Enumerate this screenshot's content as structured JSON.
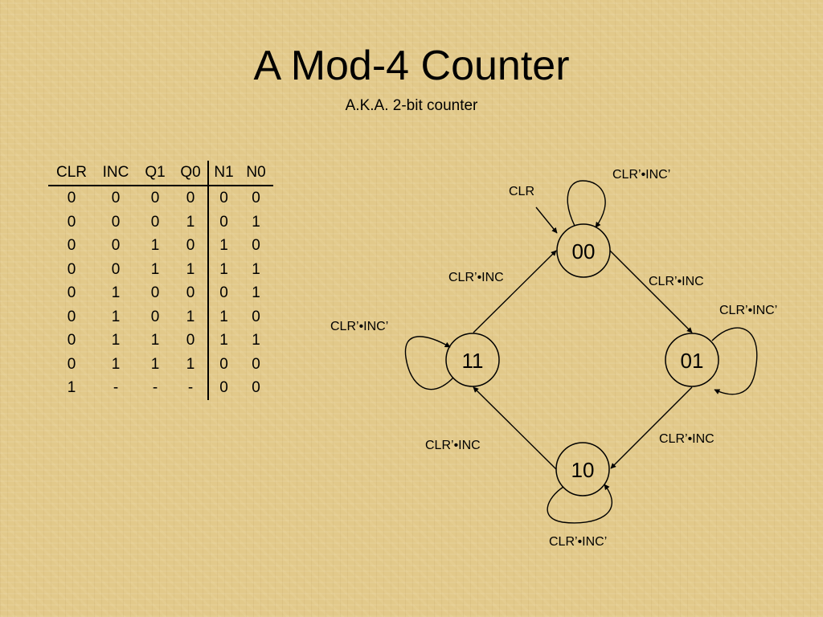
{
  "slide": {
    "title": "A Mod-4 Counter",
    "subtitle": "A.K.A. 2-bit counter"
  },
  "truth_table": {
    "headers": [
      "CLR",
      "INC",
      "Q1",
      "Q0",
      "N1",
      "N0"
    ],
    "rows": [
      [
        "0",
        "0",
        "0",
        "0",
        "0",
        "0"
      ],
      [
        "0",
        "0",
        "0",
        "1",
        "0",
        "1"
      ],
      [
        "0",
        "0",
        "1",
        "0",
        "1",
        "0"
      ],
      [
        "0",
        "0",
        "1",
        "1",
        "1",
        "1"
      ],
      [
        "0",
        "1",
        "0",
        "0",
        "0",
        "1"
      ],
      [
        "0",
        "1",
        "0",
        "1",
        "1",
        "0"
      ],
      [
        "0",
        "1",
        "1",
        "0",
        "1",
        "1"
      ],
      [
        "0",
        "1",
        "1",
        "1",
        "0",
        "0"
      ],
      [
        "1",
        "-",
        "-",
        "-",
        "0",
        "0"
      ]
    ]
  },
  "state_diagram": {
    "states": [
      "00",
      "01",
      "10",
      "11"
    ],
    "labels": {
      "reset": "CLR",
      "self_00": "CLR’•INC’",
      "self_01": "CLR’•INC’",
      "self_10": "CLR’•INC’",
      "self_11": "CLR’•INC’",
      "e_00_01": "CLR’•INC",
      "e_01_10": "CLR’•INC",
      "e_10_11": "CLR’•INC",
      "e_11_00": "CLR’•INC"
    }
  }
}
